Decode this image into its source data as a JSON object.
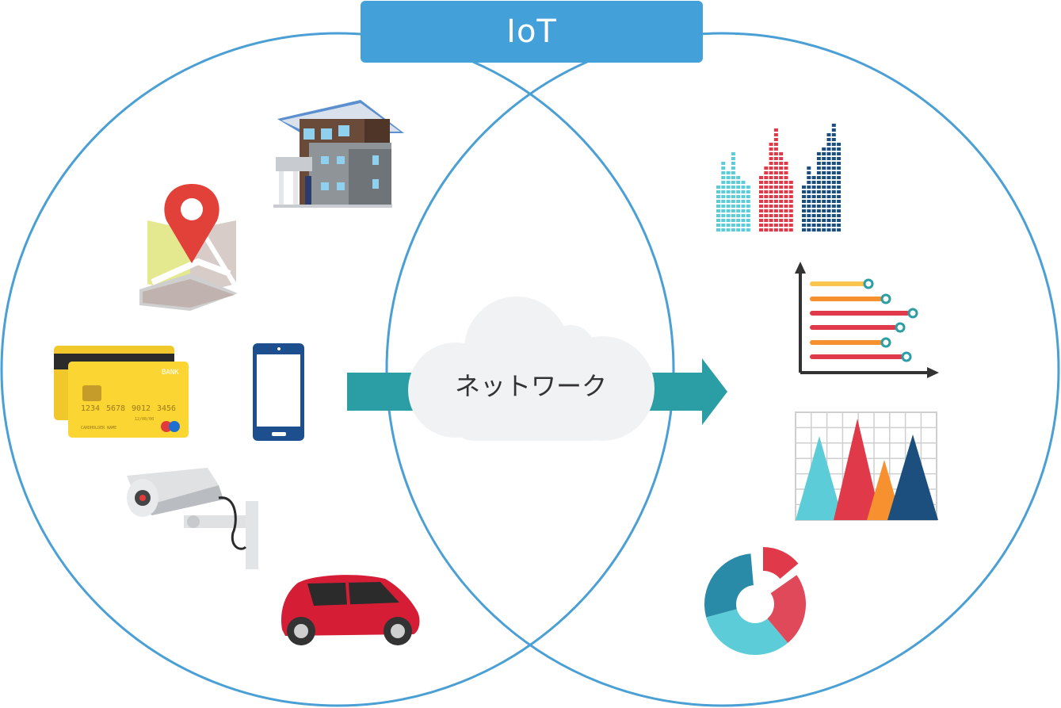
{
  "title": "IoT",
  "center_label": "ネットワーク",
  "card": {
    "bank": "BANK",
    "number_parts": [
      "1234",
      "5678",
      "9012",
      "3456"
    ],
    "holder": "CARDHOLDER NAME",
    "expiry": "12/00/00"
  },
  "colors": {
    "circle": "#4a9fd4",
    "title_bg": "#43a0d9",
    "arrow": "#2a9da5",
    "cloud": "#f1f2f4",
    "teal": "#5ccdd8",
    "red": "#e03a4a",
    "navy": "#1c4f7e",
    "orange": "#f7902e",
    "yellow": "#f9c54d"
  },
  "icons": {
    "left": [
      "house-icon",
      "map-pin-icon",
      "credit-card-icon",
      "smartphone-icon",
      "security-camera-icon",
      "car-icon"
    ],
    "right": [
      "bar-chart-icon",
      "horizontal-bar-chart-icon",
      "triangle-chart-icon",
      "donut-chart-icon"
    ]
  }
}
